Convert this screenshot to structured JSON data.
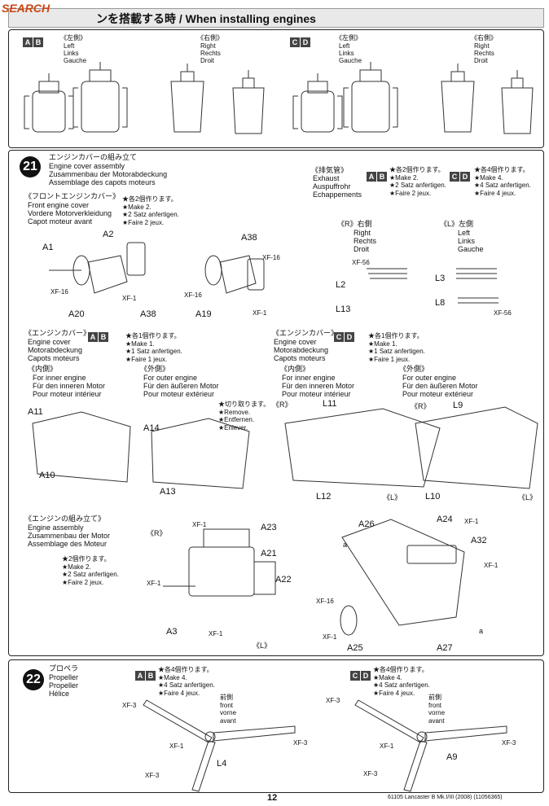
{
  "header": {
    "logo_text": "SEARCH",
    "title": "ンを搭載する時 / When installing engines"
  },
  "top": {
    "groups": [
      {
        "badges": [
          "A",
          "B"
        ],
        "side": "《左側》",
        "lines": [
          "Left",
          "Links",
          "Gauche"
        ]
      },
      {
        "badges": [],
        "side": "《右側》",
        "lines": [
          "Right",
          "Rechts",
          "Droit"
        ]
      },
      {
        "badges": [
          "C",
          "D"
        ],
        "side": "《左側》",
        "lines": [
          "Left",
          "Links",
          "Gauche"
        ]
      },
      {
        "badges": [],
        "side": "《右側》",
        "lines": [
          "Right",
          "Rechts",
          "Droit"
        ]
      }
    ]
  },
  "step21": {
    "number": "21",
    "title_jp": "エンジンカバーの組み立て",
    "title_en": "Engine cover assembly",
    "title_de": "Zusammenbau der Motorabdeckung",
    "title_fr": "Assemblage des capots moteurs",
    "front": {
      "title_jp": "《フロントエンジンカバー》",
      "lines": [
        "Front engine cover",
        "Vordere Motorverkleidung",
        "Capot moteur avant"
      ],
      "note": "★各2個作ります。\n★Make 2.\n★2 Satz anfertigen.\n★Faire 2 jeux."
    },
    "exhaust": {
      "title_jp": "《排気管》",
      "lines": [
        "Exhaust",
        "Auspuffrohr",
        "Echappements"
      ],
      "ab_note": "★各2個作ります。\n★Make 2.\n★2 Satz anfertigen.\n★Faire 2 jeux.",
      "cd_note": "★各4個作ります。\n★Make 4.\n★4 Satz anfertigen.\n★Faire 4 jeux."
    },
    "right_side": {
      "jp": "《R》右側",
      "lines": [
        "Right",
        "Rechts",
        "Droit"
      ]
    },
    "left_side": {
      "jp": "《L》左側",
      "lines": [
        "Left",
        "Links",
        "Gauche"
      ]
    },
    "cover_ab": {
      "title_jp": "《エンジンカバー》",
      "lines": [
        "Engine cover",
        "Motorabdeckung",
        "Capots moteurs"
      ],
      "note": "★各1個作ります。\n★Make 1.\n★1 Satz anfertigen.\n★Faire 1 jeux."
    },
    "cover_cd": {
      "title_jp": "《エンジンカバー》",
      "lines": [
        "Engine cover",
        "Motorabdeckung",
        "Capots moteurs"
      ],
      "note": "★各1個作ります。\n★Make 1.\n★1 Satz anfertigen.\n★Faire 1 jeux."
    },
    "inner": {
      "jp": "《内側》",
      "lines": [
        "For inner engine",
        "Für den inneren Motor",
        "Pour moteur intérieur"
      ]
    },
    "outer": {
      "jp": "《外側》",
      "lines": [
        "For outer engine",
        "Für den äußeren Motor",
        "Pour moteur extérieur"
      ]
    },
    "remove": "★切り取ります。\n★Remove.\n★Entfernen.\n★Enlever.",
    "assembly": {
      "title_jp": "《エンジンの組み立て》",
      "lines": [
        "Engine assembly",
        "Zusammenbau der Motor",
        "Assemblage des Moteur"
      ],
      "note": "★2個作ります。\n★Make 2.\n★2 Satz anfertigen.\n★Faire 2 jeux."
    },
    "parts": {
      "A1": "A1",
      "A2": "A2",
      "A20": "A20",
      "A38a": "A38",
      "A38b": "A38",
      "A19": "A19",
      "L2": "L2",
      "L13": "L13",
      "L3": "L3",
      "L8": "L8",
      "A11": "A11",
      "A10": "A10",
      "A14": "A14",
      "A13": "A13",
      "L11": "L11",
      "L12": "L12",
      "L9": "L9",
      "L10": "L10",
      "A23": "A23",
      "A21": "A21",
      "A22": "A22",
      "A3": "A3",
      "A26": "A26",
      "A24": "A24",
      "A32": "A32",
      "A25": "A25",
      "A27": "A27",
      "R": "《R》",
      "L": "《L》",
      "a": "a"
    },
    "paints": {
      "xf1": "XF-1",
      "xf16": "XF-16",
      "xf56": "XF-56"
    }
  },
  "step22": {
    "number": "22",
    "title_jp": "プロペラ",
    "lines": [
      "Propeller",
      "Propeller",
      "Hélice"
    ],
    "ab_note": "★各4個作ります。\n★Make 4.\n★4 Satz anfertigen.\n★Faire 4 jeux.",
    "cd_note": "★各4個作ります。\n★Make 4.\n★4 Satz anfertigen.\n★Faire 4 jeux.",
    "front": "前側\nfront\nvorne\navant",
    "parts": {
      "L4": "L4",
      "A9": "A9"
    },
    "paints": {
      "xf3": "XF-3",
      "xf1": "XF-1"
    }
  },
  "footer": {
    "page": "12",
    "product": "61105 Lancaster B Mk.I/III (2008) (11056365)"
  }
}
